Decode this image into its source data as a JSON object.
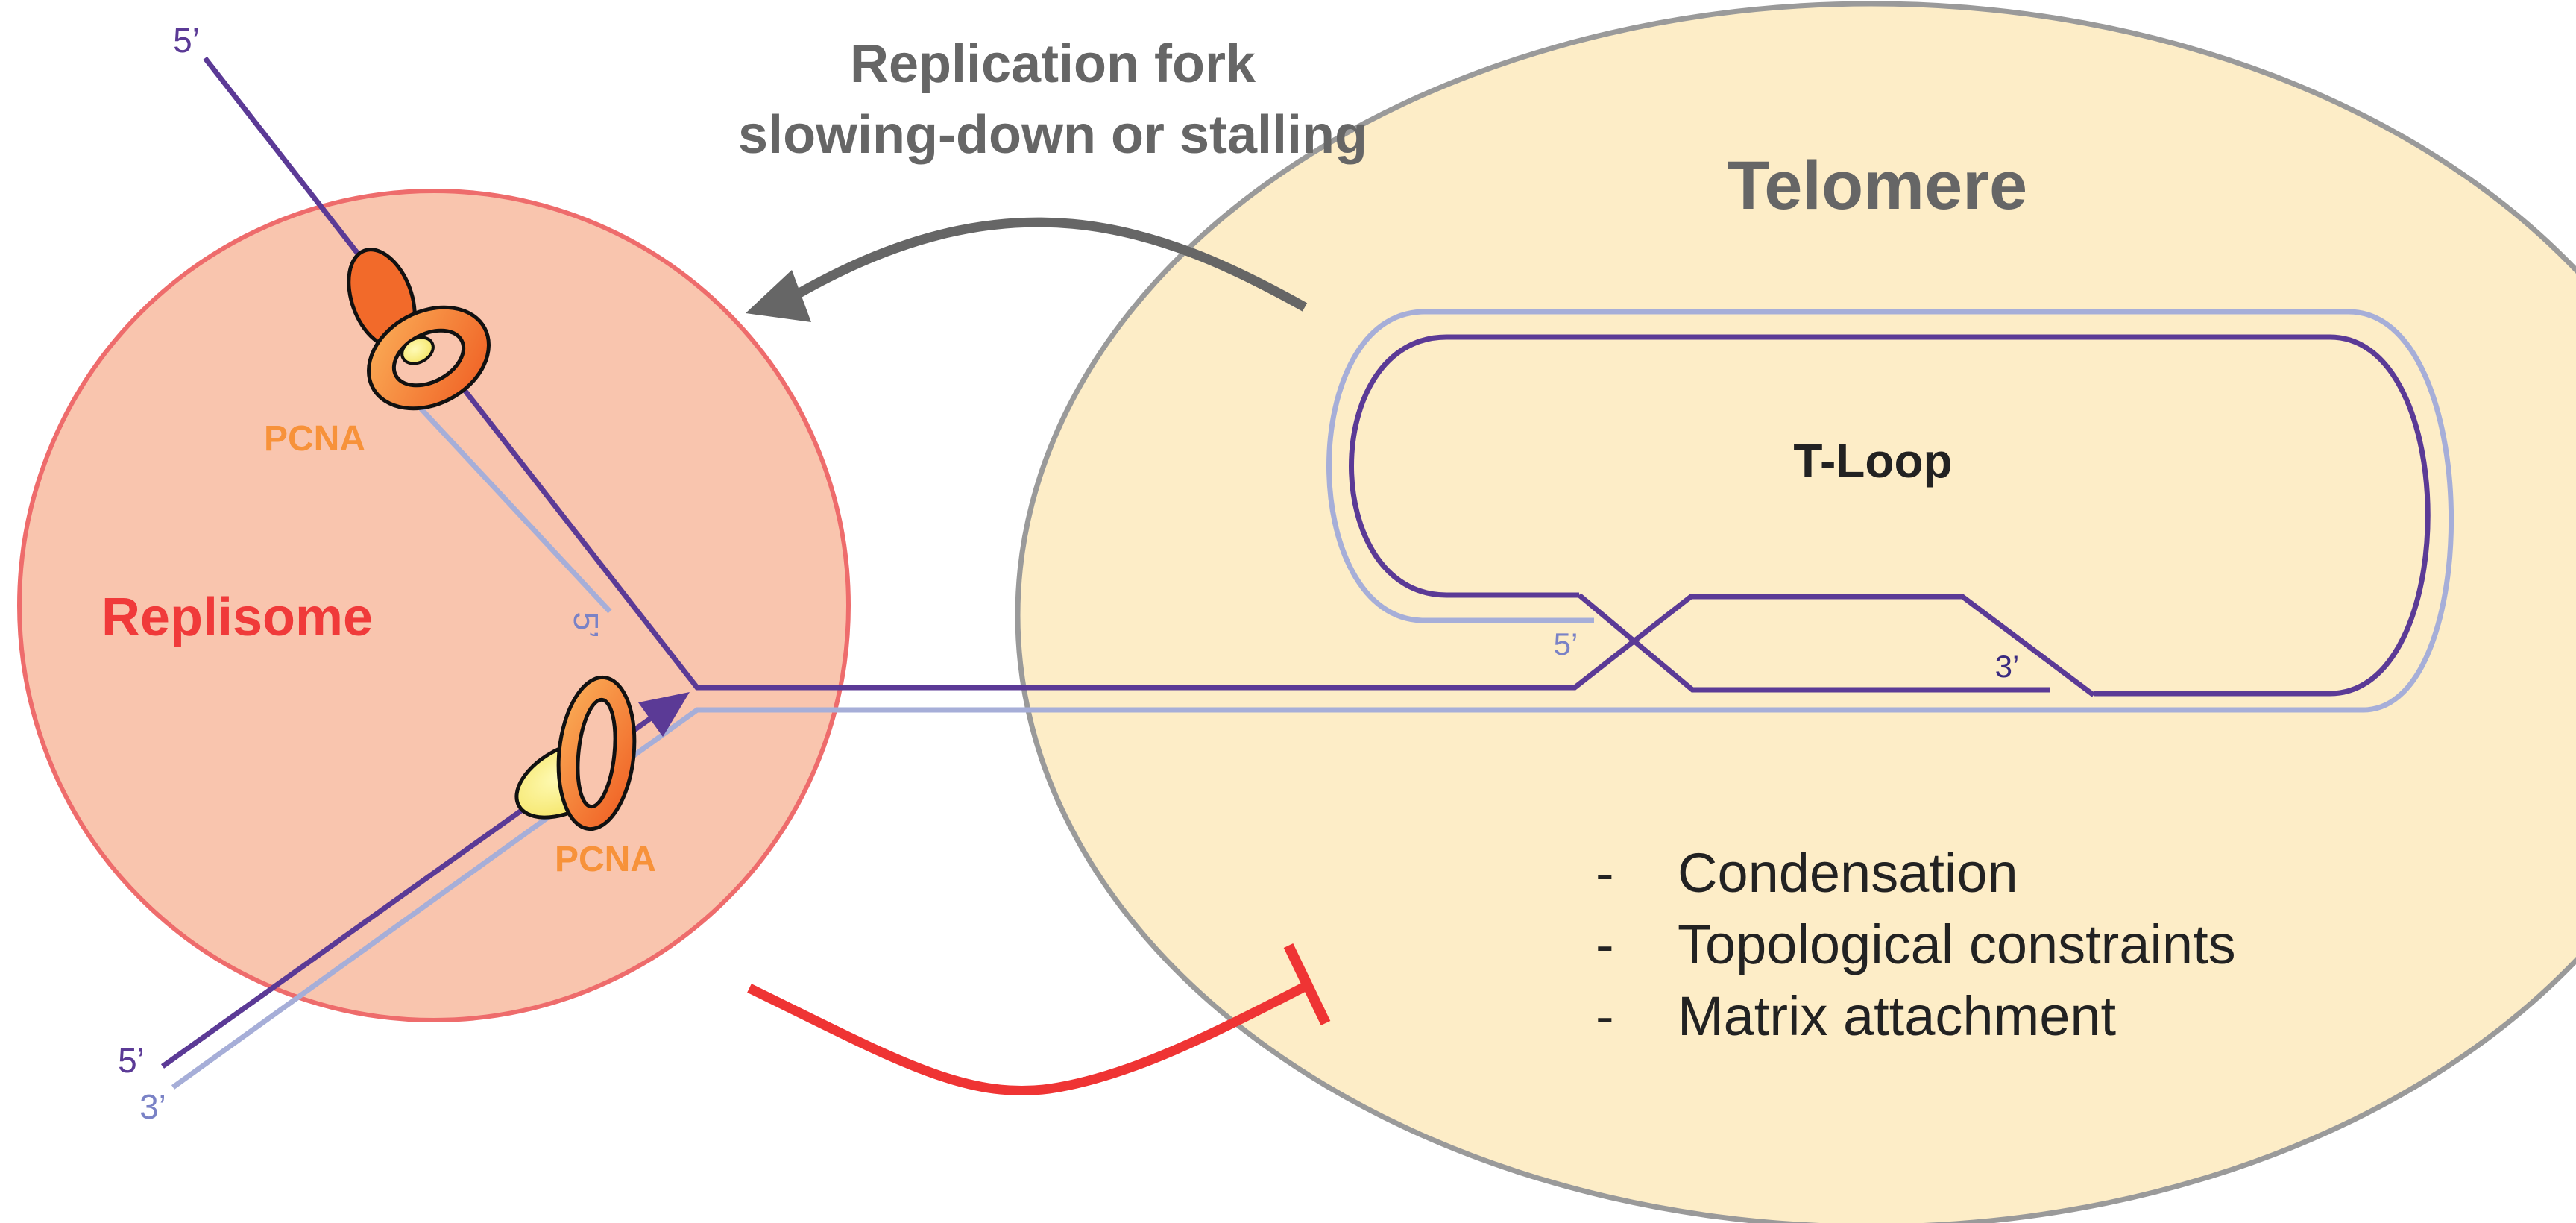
{
  "replisome": {
    "label": "Replisome",
    "pcna_label": "PCNA",
    "strand_labels": {
      "top_5": "5’",
      "mid_5": "5’",
      "bottom_5": "5’",
      "bottom_3": "3’"
    }
  },
  "arrow_label": {
    "line1": "Replication fork",
    "line2": "slowing-down or stalling"
  },
  "telomere": {
    "title": "Telomere",
    "tloop_label": "T-Loop",
    "strand_labels": {
      "five": "5’",
      "three": "3’"
    },
    "factors": [
      {
        "bullet": "-",
        "text": "Condensation"
      },
      {
        "bullet": "-",
        "text": "Topological constraints"
      },
      {
        "bullet": "-",
        "text": "Matrix attachment"
      }
    ]
  },
  "colors": {
    "replisome_fill": "#F9C5AE",
    "replisome_border": "#EE6C6C",
    "replisome_text": "#F03A3A",
    "telomere_fill": "#FDEDC7",
    "telomere_border": "#9A9A9A",
    "dark_strand": "#5B3A96",
    "light_strand": "#A6AED8",
    "pcna": "#F7923A",
    "grey_arrow": "#666666",
    "inhibit": "#EF3434"
  }
}
